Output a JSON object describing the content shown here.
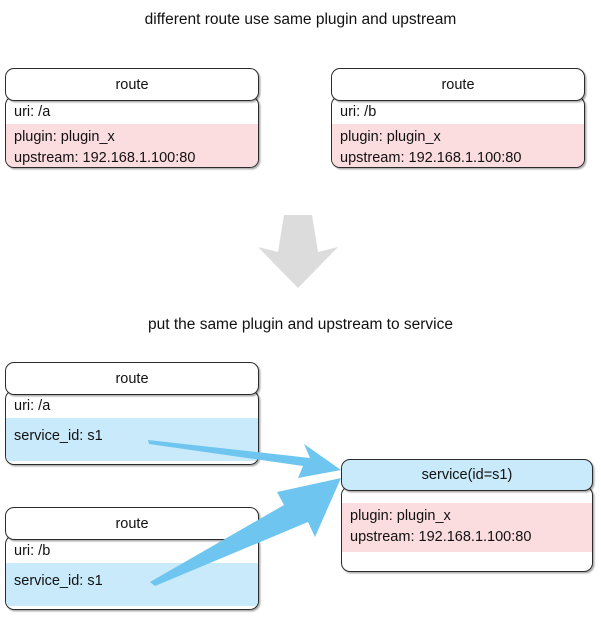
{
  "diagram": {
    "title_top": "different route use same plugin and upstream",
    "title_bottom": "put the same plugin and upstream to service",
    "colors": {
      "plugin_upstream_band": "#fbdcdf",
      "service_band": "#c8eafa",
      "arrow_blue": "#6ec6f0",
      "arrow_gray": "#dcdcdc",
      "border": "#2b2b2b",
      "background": "#ffffff"
    }
  },
  "top_section": {
    "caption": "different route use same plugin and upstream",
    "nodes": [
      {
        "header": "route",
        "uri": "uri: /a",
        "plugin": "plugin: plugin_x",
        "upstream": "upstream: 192.168.1.100:80"
      },
      {
        "header": "route",
        "uri": "uri: /b",
        "plugin": "plugin: plugin_x",
        "upstream": "upstream: 192.168.1.100:80"
      }
    ]
  },
  "transition": {
    "arrow": "down-arrow-icon"
  },
  "bottom_section": {
    "caption": "put the same plugin and upstream to service",
    "routes": [
      {
        "header": "route",
        "uri": "uri: /a",
        "service_id": "service_id: s1"
      },
      {
        "header": "route",
        "uri": "uri: /b",
        "service_id": "service_id: s1"
      }
    ],
    "service": {
      "header": "service(id=s1)",
      "plugin": "plugin: plugin_x",
      "upstream": "upstream: 192.168.1.100:80"
    },
    "connectors": [
      {
        "name": "route-a-to-service-arrow"
      },
      {
        "name": "route-b-to-service-arrow"
      }
    ]
  }
}
